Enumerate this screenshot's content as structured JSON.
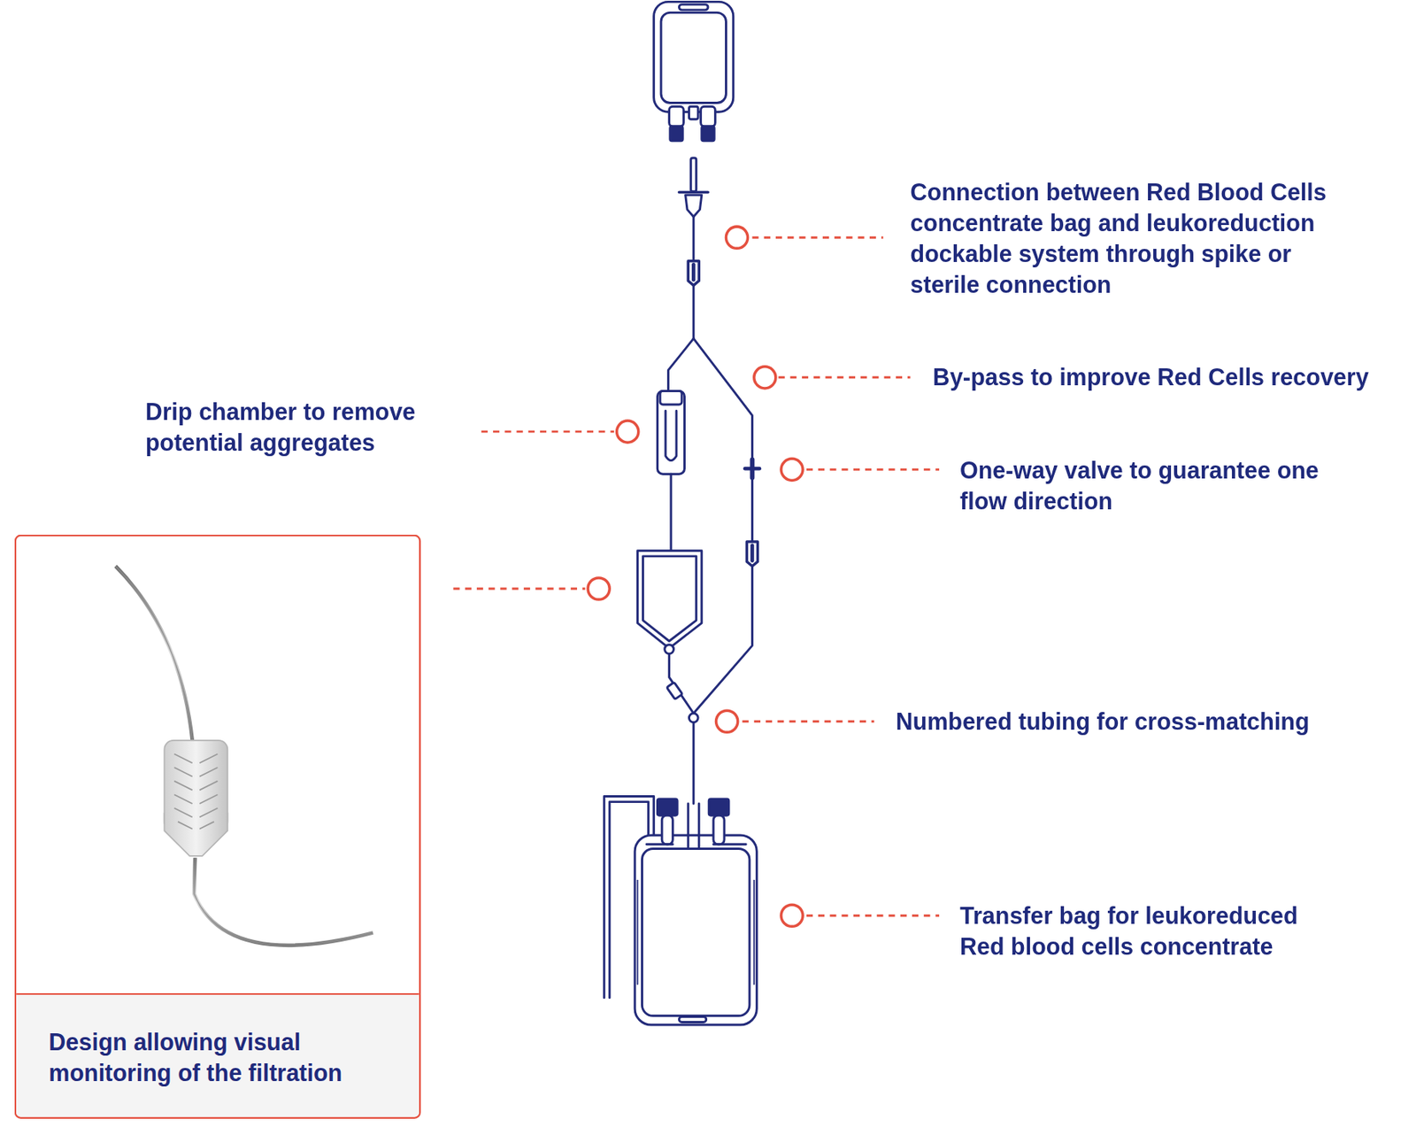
{
  "diagram": {
    "nodes": [
      {
        "text": [
          "Design allowing visual monitoring of the filtration"
        ]
      }
    ],
    "labels": [
      "Connection between Red Blood Cells concentrate bag and leukoreduction dockable system through spike or sterile connection",
      "By-pass to improve Red Cells recovery",
      "Drip chamber to remove potential aggregates",
      "One-way valve to guarantee one flow direction",
      "Numbered tubing for cross-matching",
      "Transfer bag for leukoreduced Red blood cells concentrate"
    ]
  }
}
